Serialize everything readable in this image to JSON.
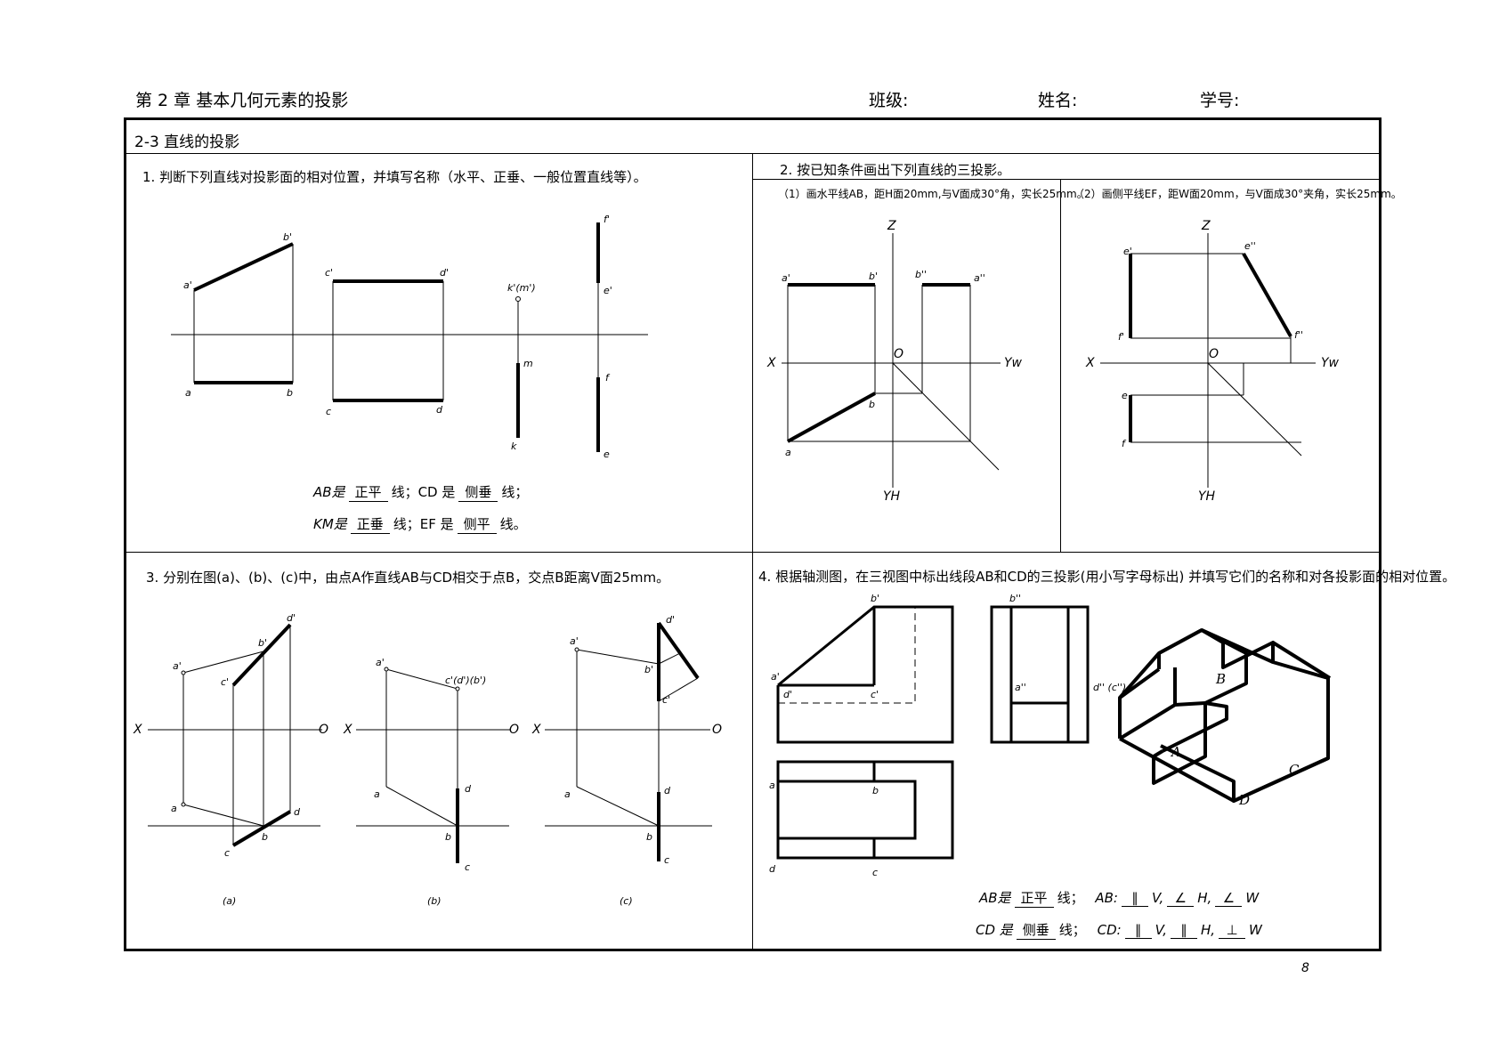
{
  "header": {
    "chapter": "第 2 章  基本几何元素的投影",
    "class_label": "班级:",
    "name_label": "姓名:",
    "id_label": "学号:"
  },
  "section": {
    "title": "2-3  直线的投影"
  },
  "q1": {
    "prompt": "1. 判断下列直线对投影面的相对位置，并填写名称（水平、正垂、一般位置直线等）。",
    "ans1_prefix": "AB是",
    "ans1_val": "正平",
    "ans1_mid": "线；CD 是",
    "ans1_val2": "侧垂",
    "ans1_suffix": "线；",
    "ans2_prefix": "KM是",
    "ans2_val": "正垂",
    "ans2_mid": "线；EF 是",
    "ans2_val2": "侧平",
    "ans2_suffix": "线。"
  },
  "q2": {
    "prompt": "2. 按已知条件画出下列直线的三投影。",
    "sub1": "（1）画水平线AB，距H面20mm,与V面成30°角，实长25mm。",
    "sub2": "（2）画侧平线EF，距W面20mm，与V面成30°夹角，实长25mm。"
  },
  "q3": {
    "prompt": "3. 分别在图(a)、(b)、(c)中，由点A作直线AB与CD相交于点B，交点B距离V面25mm。"
  },
  "q4": {
    "prompt": "4. 根据轴测图，在三视图中标出线段AB和CD的三投影(用小写字母标出)  并填写它们的名称和对各投影面的相对位置。",
    "ab_prefix": "AB是",
    "ab_val": "正平",
    "ab_suffix": "线；",
    "ab_rel_label": "AB:",
    "ab_v": "∥",
    "ab_h": "∠",
    "ab_w": "∠",
    "cd_prefix": "CD 是",
    "cd_val": "侧垂",
    "cd_suffix": "线；",
    "cd_rel_label": "CD:",
    "cd_v": "∥",
    "cd_h": "∥",
    "cd_w": "⊥",
    "V": "V,",
    "H": "H,",
    "W": "W"
  },
  "page_number": "8",
  "labels": {
    "q1": [
      "a'",
      "b'",
      "a",
      "b",
      "c'",
      "d'",
      "c",
      "d",
      "k'(m')",
      "m",
      "k",
      "f'",
      "e'",
      "f",
      "e"
    ],
    "q2a": [
      "Z",
      "a'",
      "b'",
      "b''",
      "a''",
      "X",
      "O",
      "Yw",
      "b",
      "a",
      "YH"
    ],
    "q2b": [
      "Z",
      "e'",
      "e''",
      "f'",
      "f''",
      "X",
      "O",
      "Yw",
      "e",
      "f",
      "YH"
    ],
    "q3a": [
      "d'",
      "b'",
      "a'",
      "c'",
      "X",
      "O",
      "a",
      "d",
      "b",
      "c",
      "(a)"
    ],
    "q3b": [
      "a'",
      "c'(d')(b')",
      "X",
      "O",
      "a",
      "d",
      "b",
      "c",
      "(b)"
    ],
    "q3c": [
      "d'",
      "a'",
      "b'",
      "c'",
      "X",
      "O",
      "a",
      "d",
      "b",
      "c",
      "(c)"
    ],
    "q4": [
      "b'",
      "a'",
      "d'",
      "c'",
      "b''",
      "a''",
      "d'' (c'')",
      "a",
      "b",
      "d",
      "c",
      "B",
      "A",
      "C",
      "D"
    ]
  }
}
